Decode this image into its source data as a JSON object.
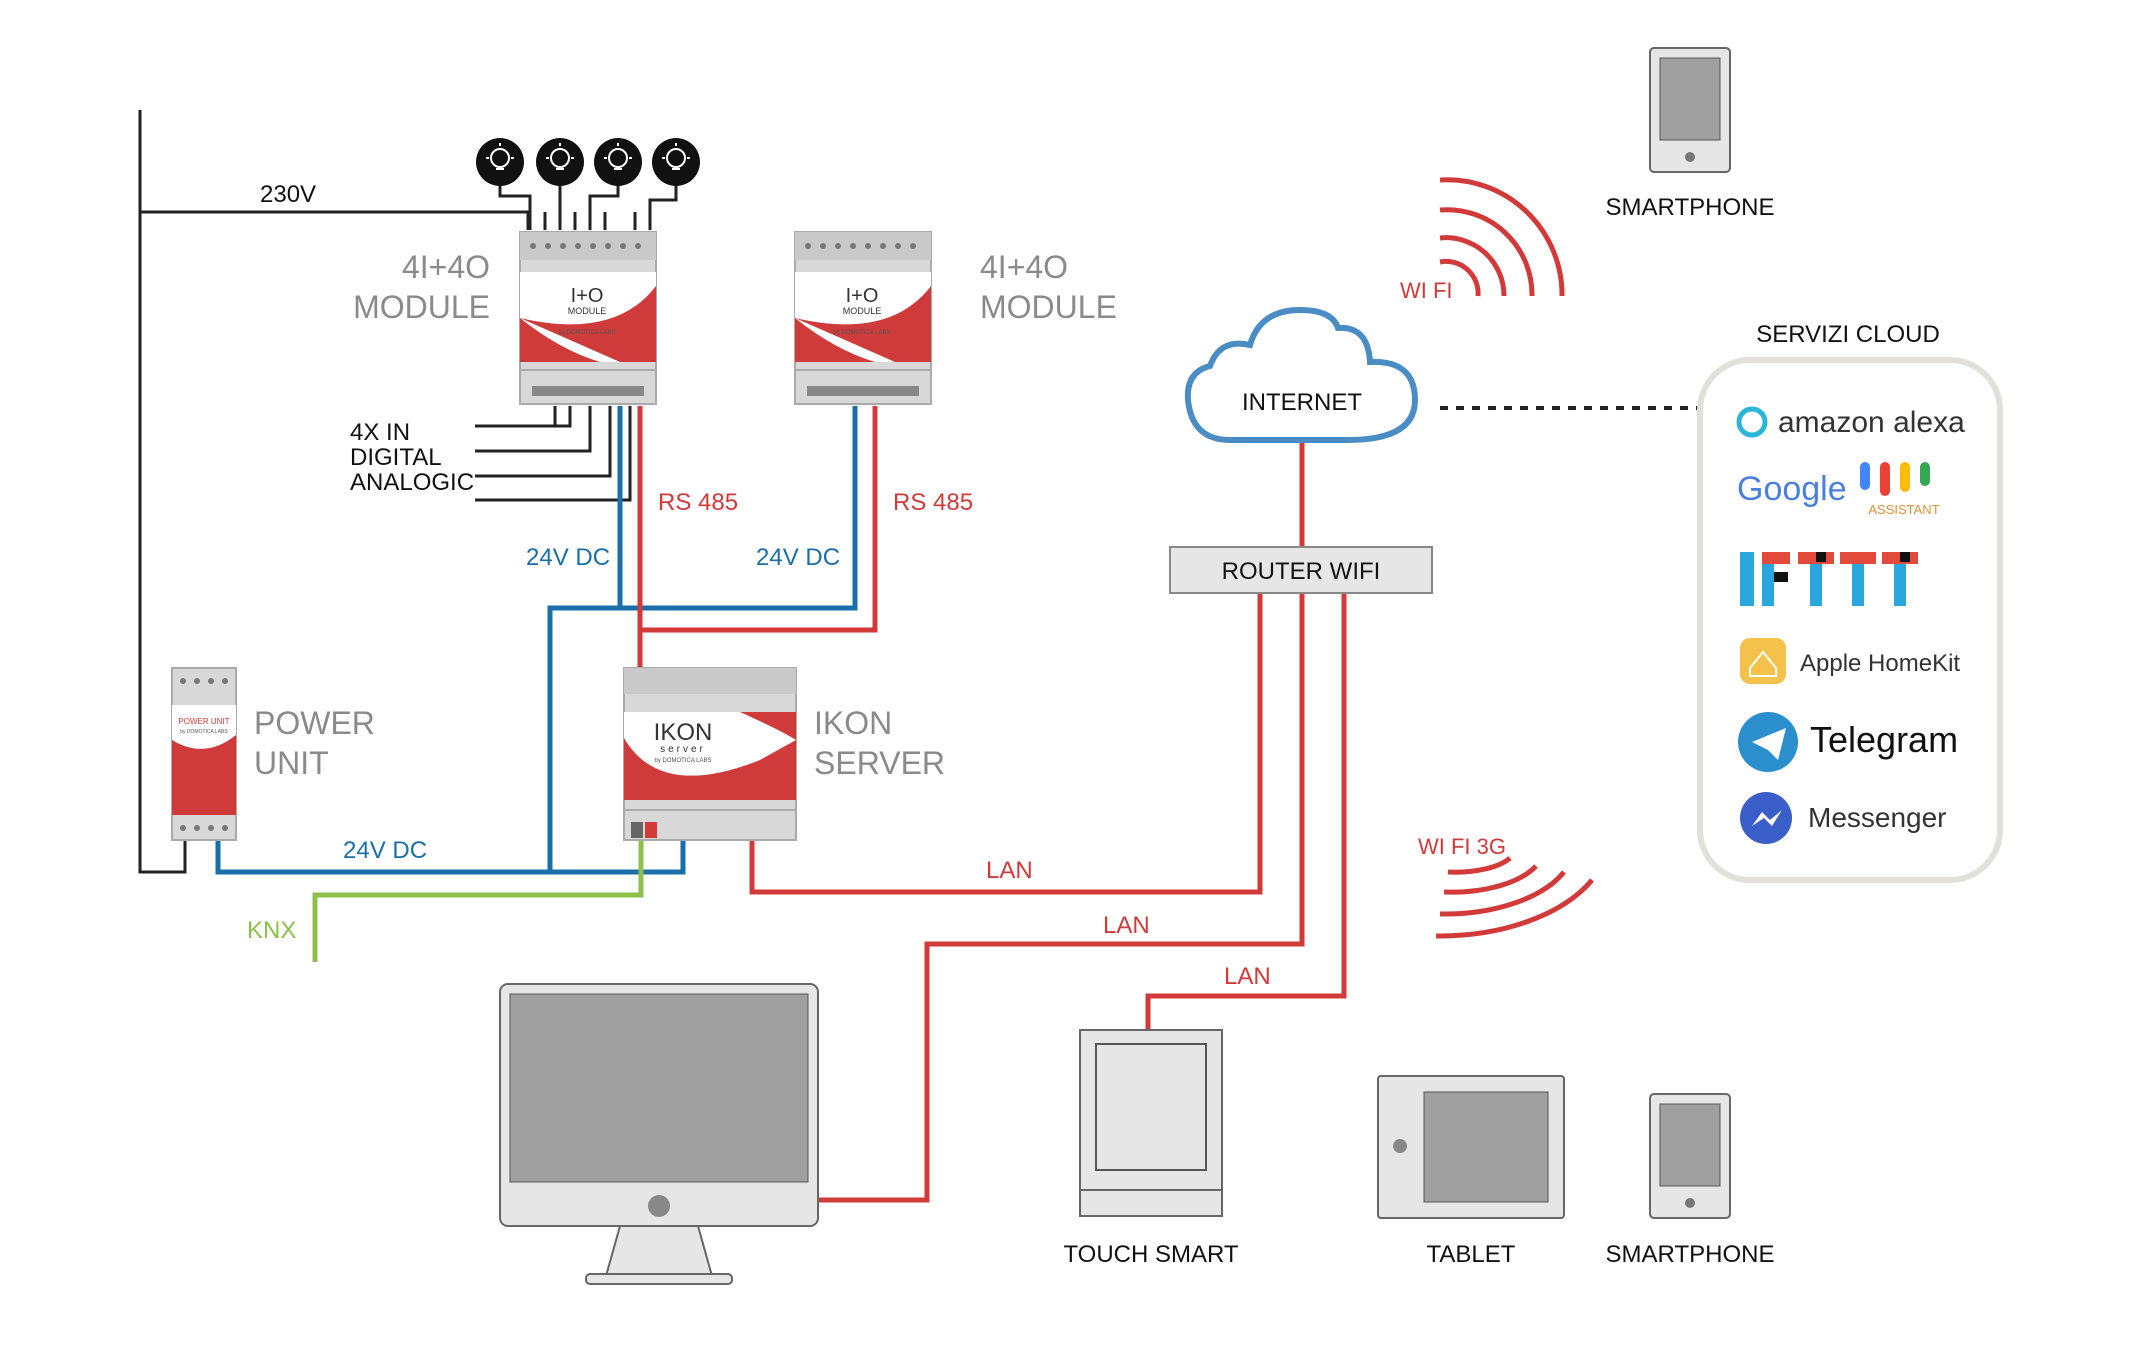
{
  "labels": {
    "v230": "230V",
    "module1_line1": "4I+4O",
    "module1_line2": "MODULE",
    "module2_line1": "4I+4O",
    "module2_line2": "MODULE",
    "inputs_line1": "4X IN",
    "inputs_line2": "DIGITAL",
    "inputs_line3": "ANALOGIC",
    "rs485_1": "RS 485",
    "rs485_2": "RS 485",
    "dc24_1": "24V DC",
    "dc24_2": "24V DC",
    "dc24_3": "24V DC",
    "power_line1": "POWER",
    "power_line2": "UNIT",
    "server_line1": "IKON",
    "server_line2": "SERVER",
    "knx": "KNX",
    "lan_1": "LAN",
    "lan_2": "LAN",
    "lan_3": "LAN",
    "internet": "INTERNET",
    "router": "ROUTER WIFI",
    "wifi": "WI FI",
    "wifi3g": "WI FI 3G",
    "smartphone_top": "SMARTPHONE",
    "smartphone_bottom": "SMARTPHONE",
    "touch_smart": "TOUCH SMART",
    "tablet": "TABLET",
    "cloud_title": "SERVIZI CLOUD"
  },
  "device_labels": {
    "io_module_logo": "I+O",
    "io_module_sub": "MODULE",
    "io_module_brand": "by DOMOTICA LABS",
    "ikon_logo": "IKON",
    "ikon_sub": "server",
    "ikon_brand": "by DOMOTICA LABS",
    "power_unit_logo": "POWER UNIT",
    "power_unit_brand": "by DOMOTICA LABS"
  },
  "cloud_services": {
    "alexa": "amazon alexa",
    "google": "Google",
    "google_assistant": "ASSISTANT",
    "ifttt": "IFTTT",
    "homekit": "Apple HomeKit",
    "telegram": "Telegram",
    "messenger": "Messenger"
  },
  "colors": {
    "lan_red": "#d23a3a",
    "dc_blue": "#1a6fa8",
    "knx_green": "#8cc04b",
    "wire_black": "#222222",
    "device_grey": "#d6d6d6",
    "device_red": "#cf3b3b",
    "cloud_border": "#4a8cc4",
    "label_grey": "#8a8a8a"
  }
}
